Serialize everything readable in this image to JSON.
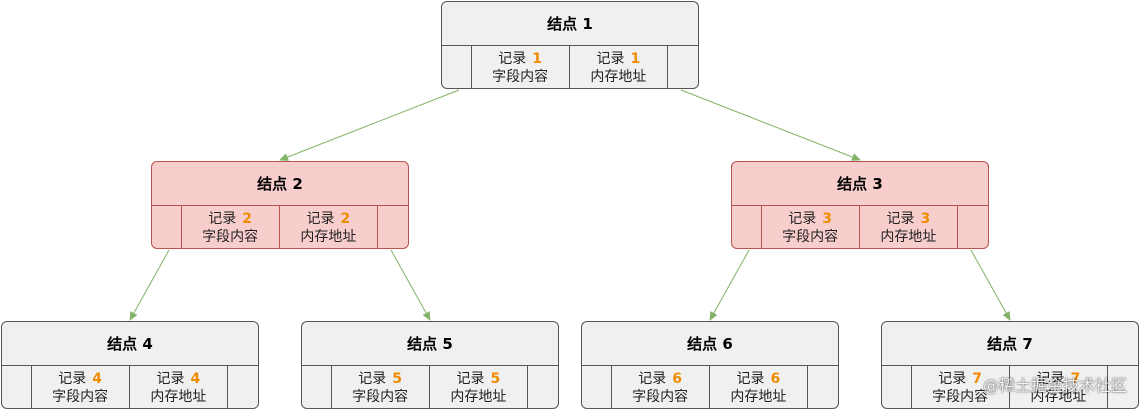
{
  "colors": {
    "edge": "#82b366",
    "record_number": "#f08c00",
    "highlight_fill": "#f8cecc",
    "highlight_stroke": "#b85450",
    "default_fill": "#f0f0f0"
  },
  "nodes": [
    {
      "id": "1",
      "title": "结点 1",
      "highlighted": false,
      "records": [
        {
          "label": "记录",
          "num": "1",
          "desc": "字段内容"
        },
        {
          "label": "记录",
          "num": "1",
          "desc": "内存地址"
        }
      ]
    },
    {
      "id": "2",
      "title": "结点 2",
      "highlighted": true,
      "records": [
        {
          "label": "记录",
          "num": "2",
          "desc": "字段内容"
        },
        {
          "label": "记录",
          "num": "2",
          "desc": "内存地址"
        }
      ]
    },
    {
      "id": "3",
      "title": "结点 3",
      "highlighted": true,
      "records": [
        {
          "label": "记录",
          "num": "3",
          "desc": "字段内容"
        },
        {
          "label": "记录",
          "num": "3",
          "desc": "内存地址"
        }
      ]
    },
    {
      "id": "4",
      "title": "结点 4",
      "highlighted": false,
      "records": [
        {
          "label": "记录",
          "num": "4",
          "desc": "字段内容"
        },
        {
          "label": "记录",
          "num": "4",
          "desc": "内存地址"
        }
      ]
    },
    {
      "id": "5",
      "title": "结点 5",
      "highlighted": false,
      "records": [
        {
          "label": "记录",
          "num": "5",
          "desc": "字段内容"
        },
        {
          "label": "记录",
          "num": "5",
          "desc": "内存地址"
        }
      ]
    },
    {
      "id": "6",
      "title": "结点 6",
      "highlighted": false,
      "records": [
        {
          "label": "记录",
          "num": "6",
          "desc": "字段内容"
        },
        {
          "label": "记录",
          "num": "6",
          "desc": "内存地址"
        }
      ]
    },
    {
      "id": "7",
      "title": "结点 7",
      "highlighted": false,
      "records": [
        {
          "label": "记录",
          "num": "7",
          "desc": "字段内容"
        },
        {
          "label": "记录",
          "num": "7",
          "desc": "内存地址"
        }
      ]
    }
  ],
  "edges": [
    [
      "1",
      "2"
    ],
    [
      "1",
      "3"
    ],
    [
      "2",
      "4"
    ],
    [
      "2",
      "5"
    ],
    [
      "3",
      "6"
    ],
    [
      "3",
      "7"
    ]
  ],
  "watermark": "@稀土掘金技术社区"
}
